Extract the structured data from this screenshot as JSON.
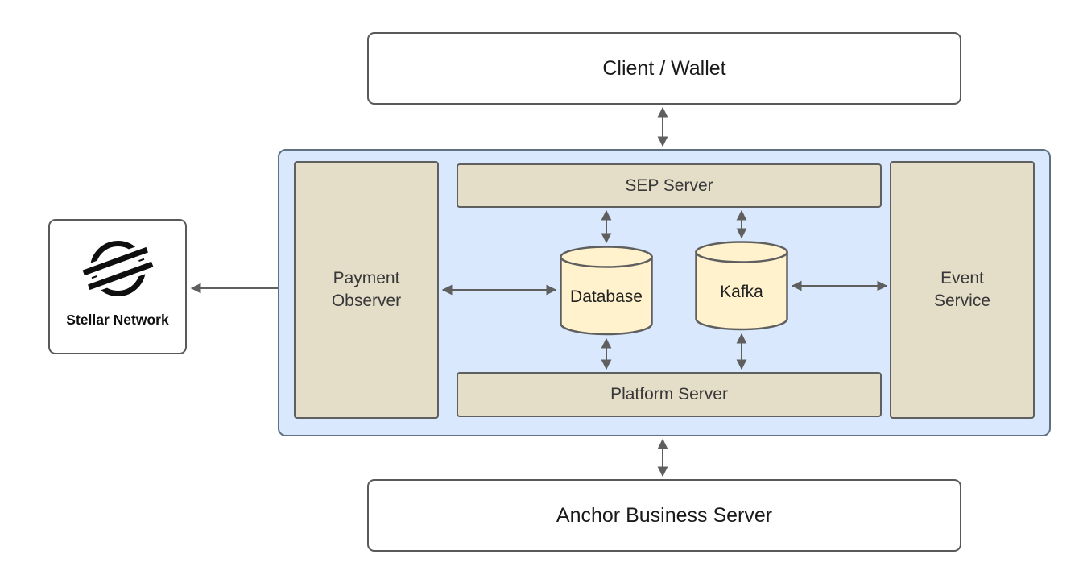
{
  "nodes": {
    "client_wallet": "Client / Wallet",
    "payment_observer": "Payment Observer",
    "sep_server": "SEP Server",
    "database": "Database",
    "kafka": "Kafka",
    "platform_server": "Platform Server",
    "event_service": "Event Service",
    "stellar_network": "Stellar Network",
    "anchor_business_server": "Anchor Business Server"
  },
  "icons": {
    "stellar_logo": "stellar-logo-icon"
  },
  "edges": [
    {
      "from": "client_wallet",
      "to": "anchor_platform_container",
      "arrows": "both"
    },
    {
      "from": "anchor_platform_container",
      "to": "anchor_business_server",
      "arrows": "both"
    },
    {
      "from": "payment_observer",
      "to": "stellar_network",
      "arrows": "to"
    },
    {
      "from": "payment_observer",
      "to": "database",
      "arrows": "both"
    },
    {
      "from": "sep_server",
      "to": "database",
      "arrows": "both"
    },
    {
      "from": "sep_server",
      "to": "kafka",
      "arrows": "both"
    },
    {
      "from": "platform_server",
      "to": "database",
      "arrows": "both"
    },
    {
      "from": "platform_server",
      "to": "kafka",
      "arrows": "both"
    },
    {
      "from": "event_service",
      "to": "kafka",
      "arrows": "both"
    }
  ],
  "colors": {
    "container_fill": "#d9e8fc",
    "container_border": "#5d7183",
    "component_fill": "#e4ddc8",
    "component_border": "#5f5f5f",
    "cylinder_fill": "#fff2cc",
    "cylinder_border": "#5f5f5f",
    "external_fill": "#ffffff",
    "external_border": "#595959",
    "arrow": "#5f5f5f",
    "text_dark": "#1a1a1a",
    "text_component": "#383838"
  }
}
